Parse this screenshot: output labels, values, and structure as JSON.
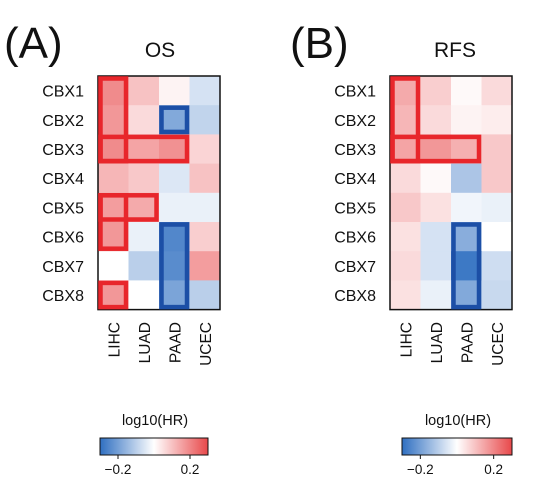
{
  "colors": {
    "positive": "#e8484a",
    "negative": "#2f6fc1",
    "neutral": "#ffffff",
    "highlight_pos": "#e8262b",
    "highlight_neg": "#1c4fa6"
  },
  "chart_data": [
    {
      "type": "heatmap",
      "panel_letter": "(A)",
      "title": "OS",
      "rows": [
        "CBX1",
        "CBX2",
        "CBX3",
        "CBX4",
        "CBX5",
        "CBX6",
        "CBX7",
        "CBX8"
      ],
      "cols": [
        "LIHC",
        "LUAD",
        "PAAD",
        "UCEC"
      ],
      "values": [
        [
          0.19,
          0.1,
          0.02,
          -0.06
        ],
        [
          0.17,
          0.06,
          -0.18,
          -0.09
        ],
        [
          0.19,
          0.15,
          0.18,
          0.07
        ],
        [
          0.12,
          0.09,
          -0.05,
          0.1
        ],
        [
          0.16,
          0.14,
          -0.03,
          -0.03
        ],
        [
          0.17,
          -0.03,
          -0.25,
          0.08
        ],
        [
          0.0,
          -0.1,
          -0.24,
          0.16
        ],
        [
          0.17,
          0.0,
          -0.19,
          -0.1
        ]
      ],
      "highlights": [
        {
          "r0": 0,
          "r1": 2,
          "c0": 0,
          "c1": 0,
          "color": "red"
        },
        {
          "r0": 2,
          "r1": 2,
          "c0": 0,
          "c1": 2,
          "color": "red"
        },
        {
          "r0": 4,
          "r1": 5,
          "c0": 0,
          "c1": 0,
          "color": "red"
        },
        {
          "r0": 4,
          "r1": 4,
          "c0": 0,
          "c1": 1,
          "color": "red"
        },
        {
          "r0": 7,
          "r1": 7,
          "c0": 0,
          "c1": 0,
          "color": "red"
        },
        {
          "r0": 1,
          "r1": 1,
          "c0": 2,
          "c1": 2,
          "color": "blue"
        },
        {
          "r0": 5,
          "r1": 7,
          "c0": 2,
          "c1": 2,
          "color": "blue"
        }
      ],
      "colorbar": {
        "label": "log10(HR)",
        "range": [
          -0.3,
          0.3
        ],
        "ticks": [
          -0.2,
          0.2
        ],
        "tick_labels": [
          "−0.2",
          "0.2"
        ]
      }
    },
    {
      "type": "heatmap",
      "panel_letter": "(B)",
      "title": "RFS",
      "rows": [
        "CBX1",
        "CBX2",
        "CBX3",
        "CBX4",
        "CBX5",
        "CBX6",
        "CBX7",
        "CBX8"
      ],
      "cols": [
        "LIHC",
        "LUAD",
        "PAAD",
        "UCEC"
      ],
      "values": [
        [
          0.14,
          0.08,
          0.01,
          0.06
        ],
        [
          0.12,
          0.06,
          0.02,
          0.03
        ],
        [
          0.15,
          0.17,
          0.13,
          0.09
        ],
        [
          0.06,
          0.01,
          -0.12,
          0.09
        ],
        [
          0.09,
          0.05,
          -0.02,
          -0.03
        ],
        [
          0.05,
          -0.06,
          -0.17,
          0.0
        ],
        [
          0.06,
          -0.06,
          -0.28,
          -0.07
        ],
        [
          0.05,
          -0.03,
          -0.18,
          -0.08
        ]
      ],
      "highlights": [
        {
          "r0": 0,
          "r1": 2,
          "c0": 0,
          "c1": 0,
          "color": "red"
        },
        {
          "r0": 2,
          "r1": 2,
          "c0": 0,
          "c1": 2,
          "color": "red"
        },
        {
          "r0": 5,
          "r1": 7,
          "c0": 2,
          "c1": 2,
          "color": "blue"
        }
      ],
      "colorbar": {
        "label": "log10(HR)",
        "range": [
          -0.3,
          0.3
        ],
        "ticks": [
          -0.2,
          0.2
        ],
        "tick_labels": [
          "−0.2",
          "0.2"
        ]
      }
    }
  ]
}
